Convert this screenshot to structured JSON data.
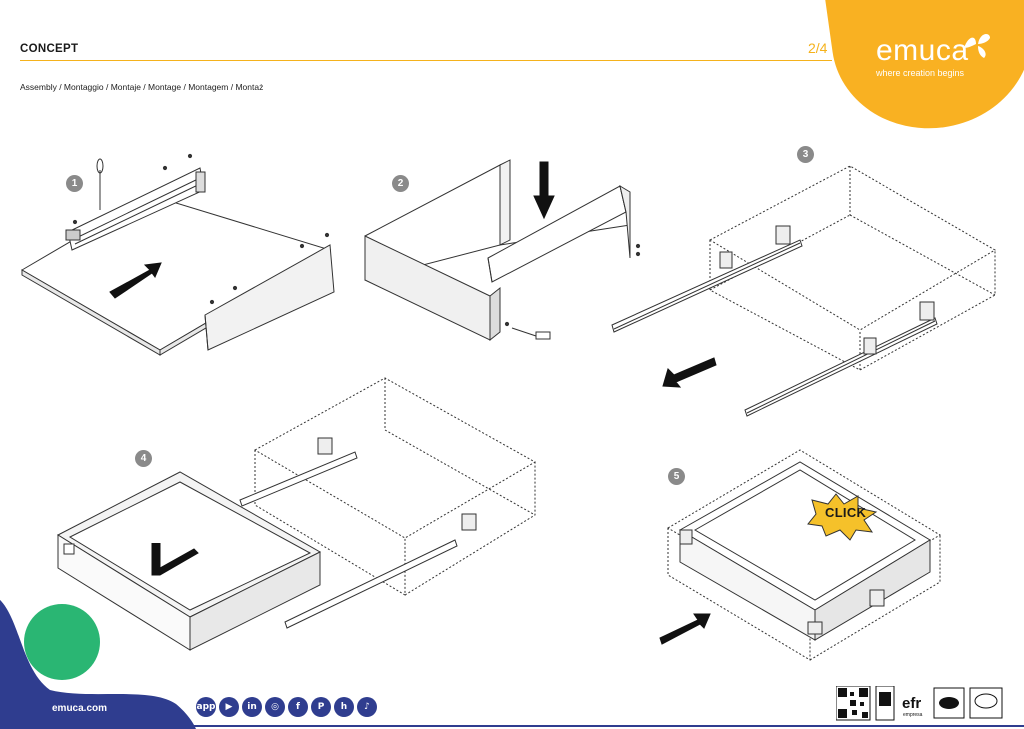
{
  "header": {
    "title": "CONCEPT",
    "page_number": "2/4",
    "subtitle": "Assembly / Montaggio / Montaje / Montage / Montagem / Montaż"
  },
  "brand": {
    "name": "emuca",
    "tagline": "where creation begins",
    "color": "#f9b122"
  },
  "footer": {
    "url": "emuca.com",
    "accent_color": "#2f3d8f",
    "social_icons": [
      {
        "name": "app-icon",
        "glyph": "app"
      },
      {
        "name": "youtube-icon",
        "glyph": "▶"
      },
      {
        "name": "linkedin-icon",
        "glyph": "in"
      },
      {
        "name": "instagram-icon",
        "glyph": "◎"
      },
      {
        "name": "facebook-icon",
        "glyph": "f"
      },
      {
        "name": "pinterest-icon",
        "glyph": "P"
      },
      {
        "name": "houzz-icon",
        "glyph": "h"
      },
      {
        "name": "tiktok-icon",
        "glyph": "♪"
      }
    ],
    "certifications": {
      "efr_label": "efr",
      "efr_sub": "empresa"
    }
  },
  "steps": [
    "1",
    "2",
    "3",
    "4",
    "5"
  ],
  "step5_label": "CLICK"
}
